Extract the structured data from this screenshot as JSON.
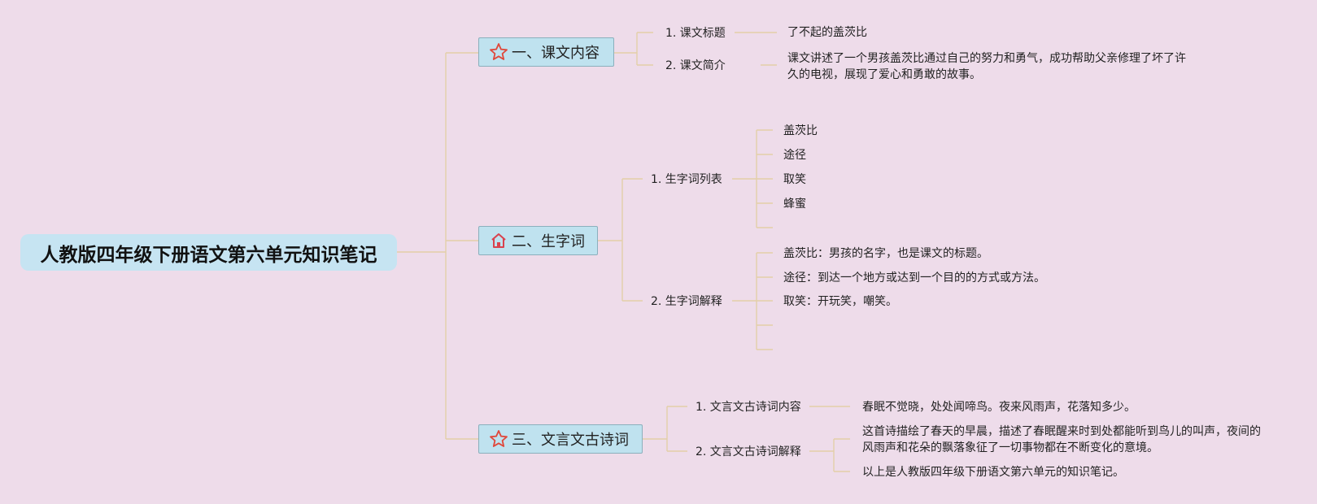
{
  "root": {
    "title": "人教版四年级下册语文第六单元知识笔记"
  },
  "branches": [
    {
      "label": "一、课文内容",
      "icon": "star-icon",
      "subs": [
        {
          "label": "1. 课文标题",
          "leaves": [
            "了不起的盖茨比"
          ]
        },
        {
          "label": "2. 课文简介",
          "leaves": [
            "课文讲述了一个男孩盖茨比通过自己的努力和勇气，成功帮助父亲修理了坏了许久的电视，展现了爱心和勇敢的故事。"
          ]
        }
      ]
    },
    {
      "label": "二、生字词",
      "icon": "home-icon",
      "subs": [
        {
          "label": "1. 生字词列表",
          "leaves": [
            "盖茨比",
            "途径",
            "取笑",
            "蜂蜜",
            ""
          ]
        },
        {
          "label": "2. 生字词解释",
          "leaves": [
            "盖茨比：男孩的名字，也是课文的标题。",
            "途径：到达一个地方或达到一个目的的方式或方法。",
            "取笑：开玩笑，嘲笑。",
            "",
            ""
          ]
        }
      ]
    },
    {
      "label": "三、文言文古诗词",
      "icon": "star-icon",
      "subs": [
        {
          "label": "1. 文言文古诗词内容",
          "leaves": [
            "春眠不觉晓，处处闻啼鸟。夜来风雨声，花落知多少。"
          ]
        },
        {
          "label": "2. 文言文古诗词解释",
          "leaves": [
            "这首诗描绘了春天的早晨，描述了春眠醒来时到处都能听到鸟儿的叫声，夜间的风雨声和花朵的飘落象征了一切事物都在不断变化的意境。",
            "以上是人教版四年级下册语文第六单元的知识笔记。"
          ]
        }
      ]
    }
  ]
}
